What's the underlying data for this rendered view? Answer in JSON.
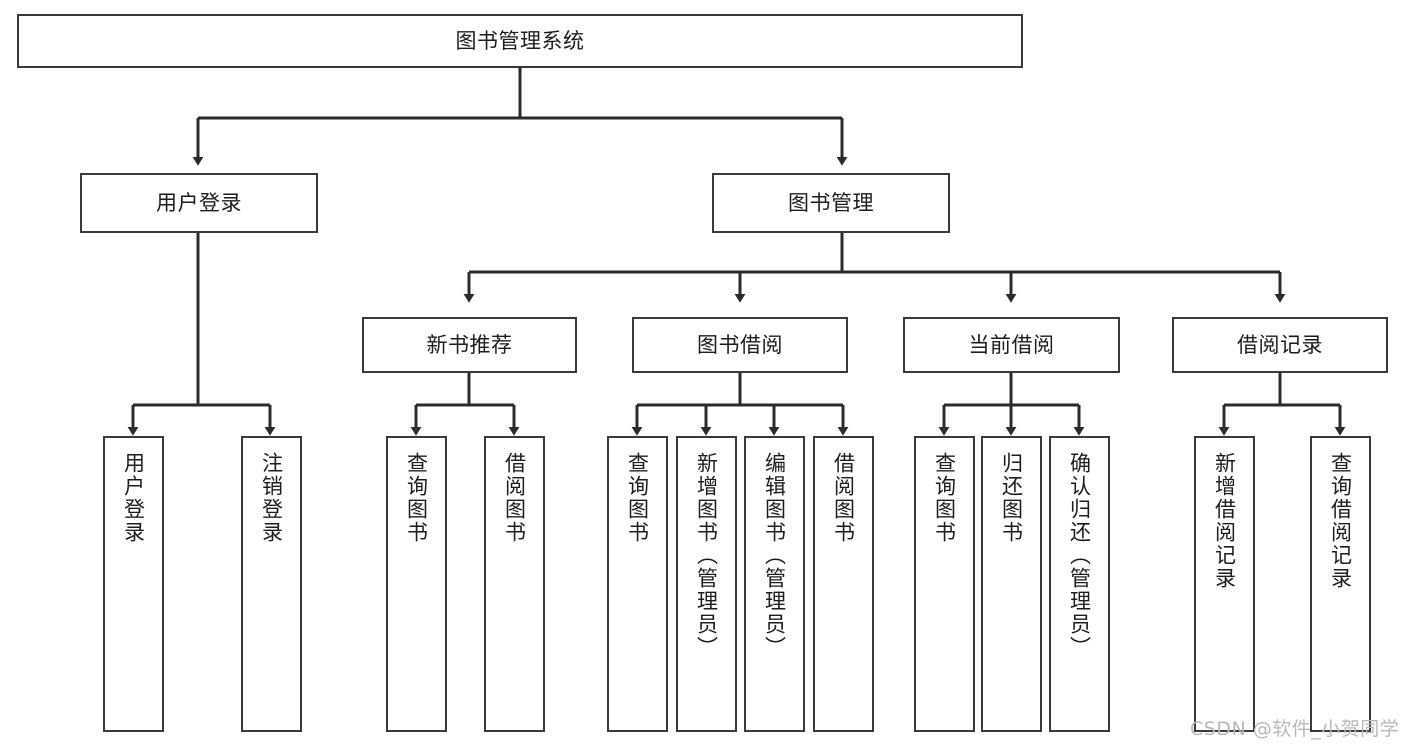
{
  "diagram": {
    "title": "图书管理系统",
    "type": "tree-hierarchy",
    "orientation": "top-down",
    "colors": {
      "node_border": "#3a3a3a",
      "node_fill": "#ffffff",
      "edge": "#2b2b2b",
      "text": "#1d1d1d",
      "watermark": "#b9b9b9",
      "background": "#ffffff"
    }
  },
  "nodes": {
    "root": {
      "label": "图书管理系统"
    },
    "level1": [
      {
        "label": "用户登录"
      },
      {
        "label": "图书管理"
      }
    ],
    "level2": [
      {
        "label": "新书推荐"
      },
      {
        "label": "图书借阅"
      },
      {
        "label": "当前借阅"
      },
      {
        "label": "借阅记录"
      }
    ],
    "leaves_user_login": [
      {
        "label": "用户登录"
      },
      {
        "label": "注销登录"
      }
    ],
    "leaves_new_books": [
      {
        "label": "查询图书"
      },
      {
        "label": "借阅图书"
      }
    ],
    "leaves_borrow": [
      {
        "label": "查询图书"
      },
      {
        "label": "新增图书（管理员）"
      },
      {
        "label": "编辑图书（管理员）"
      },
      {
        "label": "借阅图书"
      }
    ],
    "leaves_current": [
      {
        "label": "查询图书"
      },
      {
        "label": "归还图书"
      },
      {
        "label": "确认归还（管理员）"
      }
    ],
    "leaves_records": [
      {
        "label": "新增借阅记录"
      },
      {
        "label": "查询借阅记录"
      }
    ]
  },
  "watermark": {
    "text": "CSDN @软件_小贺同学"
  }
}
